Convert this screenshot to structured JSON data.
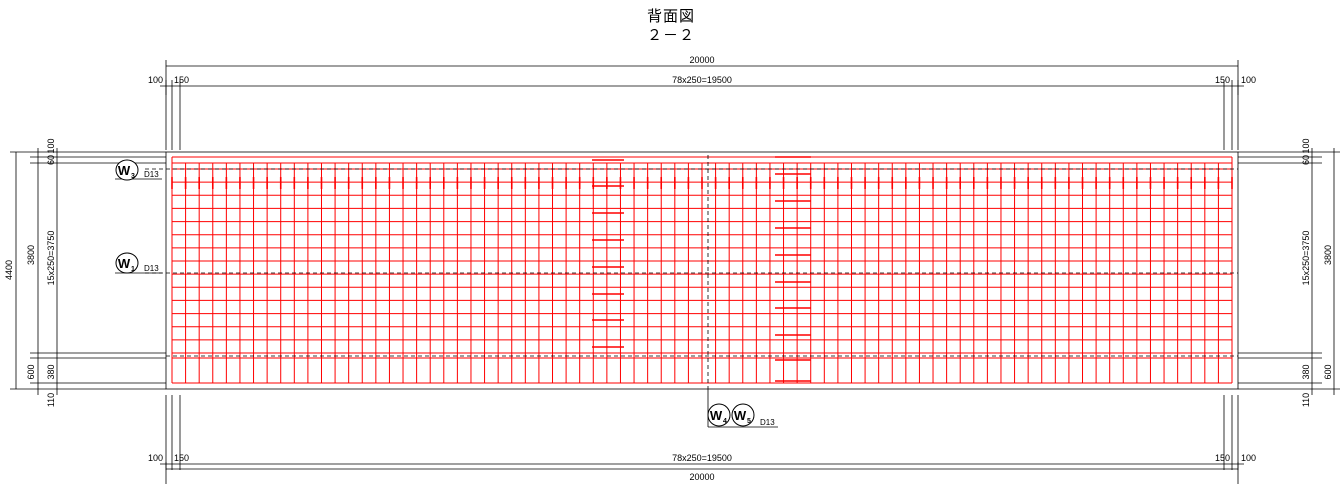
{
  "title": {
    "line1": "背面図",
    "line2": "２－２"
  },
  "dimensions": {
    "top_total": "20000",
    "top_left_edge": "100",
    "top_left_cover": "150",
    "top_span": "78x250=19500",
    "top_right_cover": "150",
    "top_right_edge": "100",
    "bottom_left_edge": "100",
    "bottom_left_cover": "150",
    "bottom_span": "78x250=19500",
    "bottom_right_cover": "150",
    "bottom_right_edge": "100",
    "bottom_total": "20000",
    "left_total": "4400",
    "left_inner": "3800",
    "left_span": "15x250=3750",
    "left_top_a": "100",
    "left_top_b": "60",
    "left_bot_a": "380",
    "left_bot_b": "600",
    "left_bot_c": "110",
    "right_span": "15x250=3750",
    "right_inner": "3800",
    "right_top_a": "100",
    "right_top_b": "60",
    "right_bot_a": "380",
    "right_bot_b": "600",
    "right_bot_c": "110"
  },
  "rebar_tags": {
    "w3": {
      "letter": "W",
      "num": "3",
      "dia": "D13"
    },
    "w1": {
      "letter": "W",
      "num": "1",
      "dia": "D13"
    },
    "w4": {
      "letter": "W",
      "num": "4"
    },
    "w5": {
      "letter": "W",
      "num": "5",
      "dia": "D13"
    }
  },
  "colors": {
    "rebar": "#ff0000",
    "outline": "#000000"
  }
}
